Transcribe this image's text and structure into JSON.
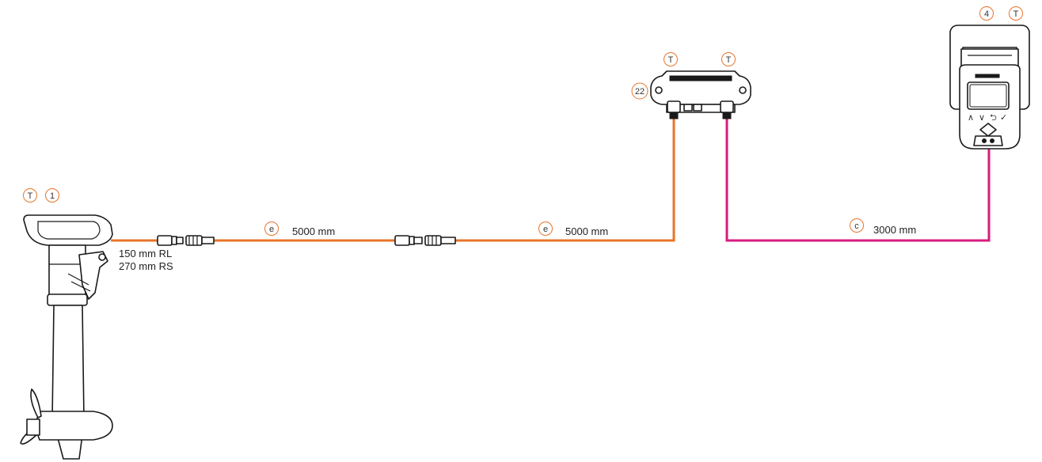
{
  "colors": {
    "orange_cable": "#E8742A",
    "magenta_cable": "#D81B7E",
    "badge_ring": "#E8742A"
  },
  "motor": {
    "badges": [
      "T",
      "1"
    ],
    "length_rl": "150 mm RL",
    "length_rs": "270 mm RS"
  },
  "cable_segments": [
    {
      "badge": "e",
      "length": "5000 mm"
    },
    {
      "badge": "e",
      "length": "5000 mm"
    },
    {
      "badge": "c",
      "length": "3000 mm"
    }
  ],
  "hub": {
    "badges": [
      "T",
      "T"
    ],
    "number_badge": "22"
  },
  "display": {
    "badges": [
      "4",
      "T"
    ],
    "buttons": [
      "∧",
      "∨",
      "⮌",
      "✓"
    ]
  }
}
